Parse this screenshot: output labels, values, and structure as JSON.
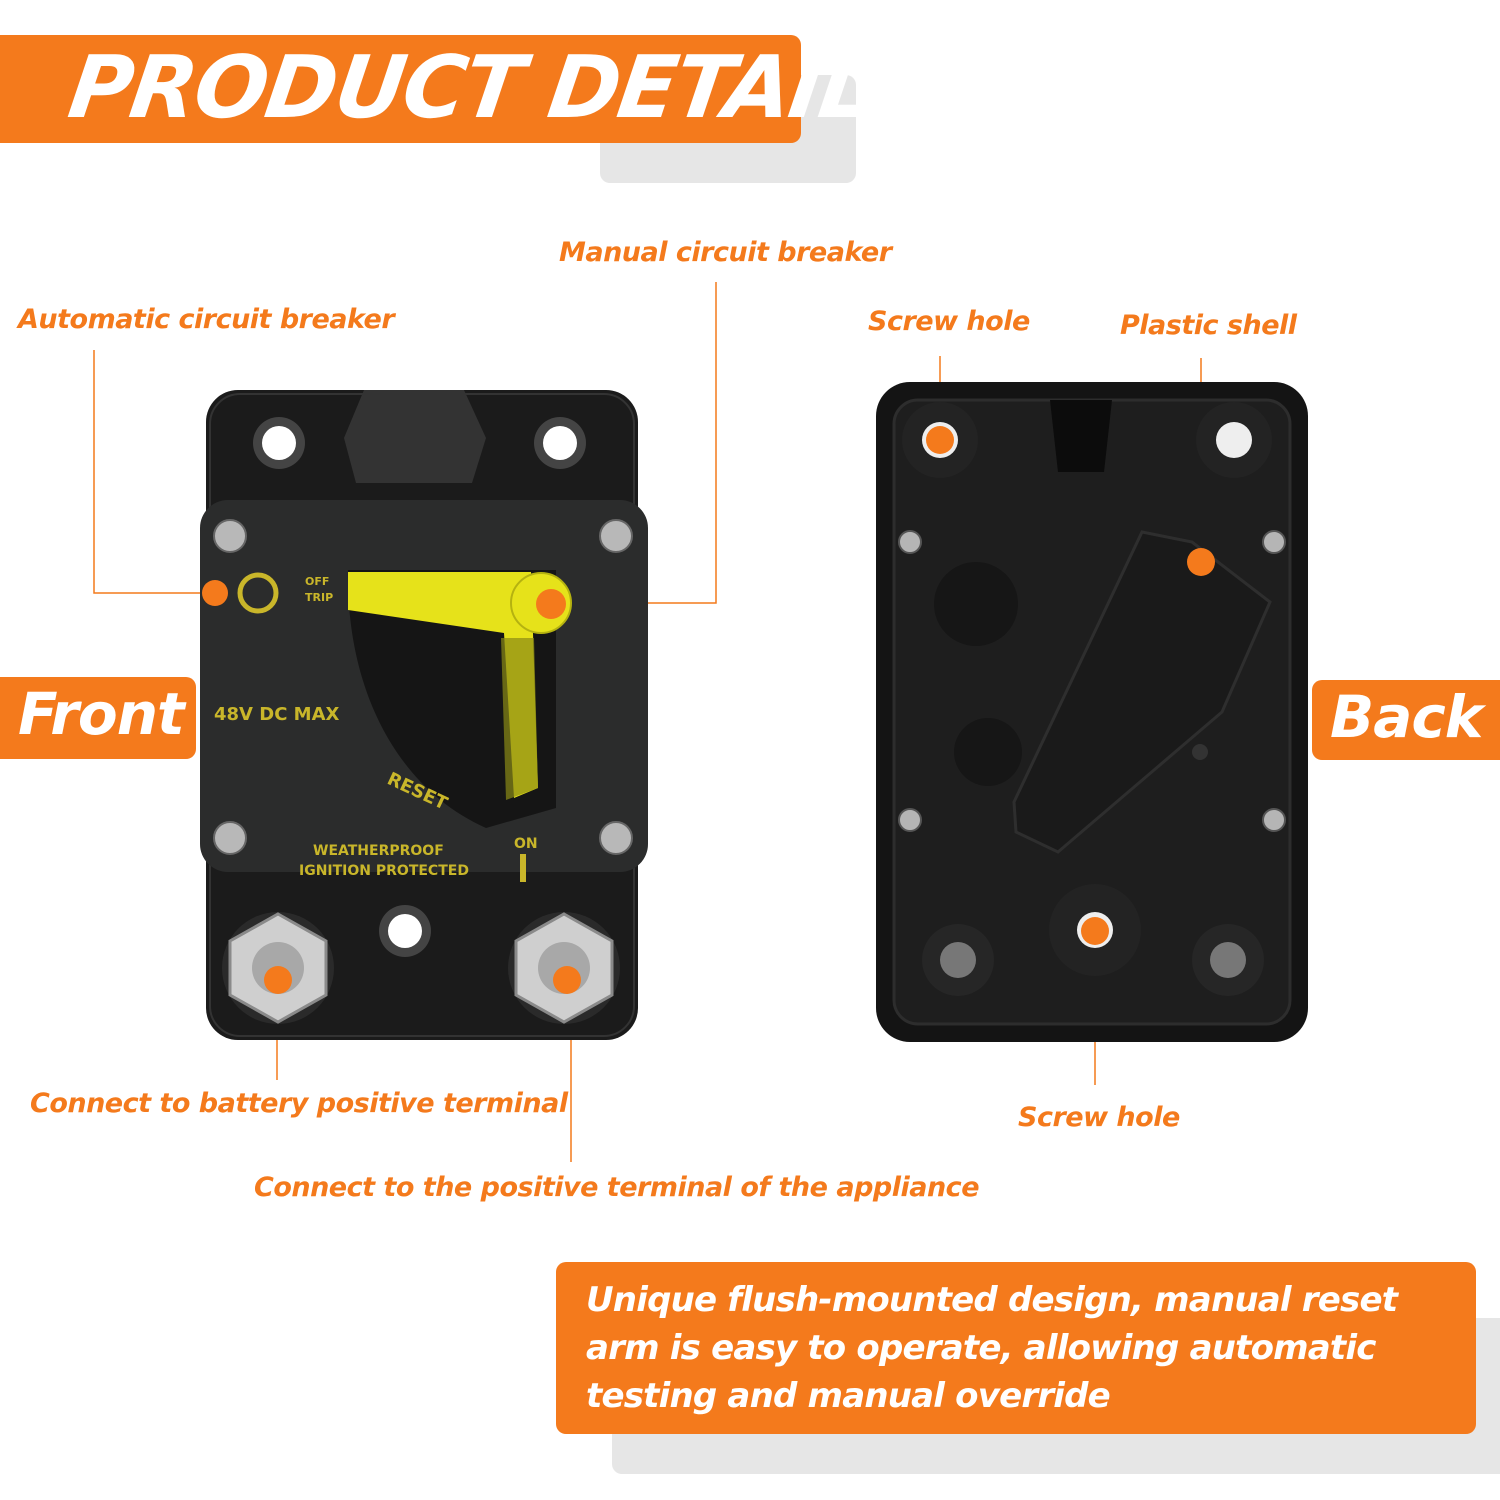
{
  "header": {
    "title": "PRODUCT DETAILS"
  },
  "tabs": {
    "front": "Front",
    "back": "Back"
  },
  "callouts": {
    "automatic_breaker": "Automatic circuit breaker",
    "manual_breaker": "Manual circuit breaker",
    "screw_hole_top": "Screw hole",
    "plastic_shell": "Plastic shell",
    "battery_terminal": "Connect to battery positive terminal",
    "appliance_terminal": "Connect to the positive terminal of the appliance",
    "screw_hole_bottom": "Screw hole"
  },
  "device_markings": {
    "voltage": "48V DC MAX",
    "off": "OFF",
    "trip": "TRIP",
    "reset": "RESET",
    "on": "ON",
    "line1": "WEATHERPROOF",
    "line2": "IGNITION PROTECTED"
  },
  "description": "Unique flush-mounted design, manual reset arm is easy to operate, allowing automatic testing and manual override",
  "colors": {
    "accent": "#f47a1c",
    "shadow": "#e6e6e6",
    "lever": "#e6e21a",
    "body": "#1b1b1b"
  }
}
